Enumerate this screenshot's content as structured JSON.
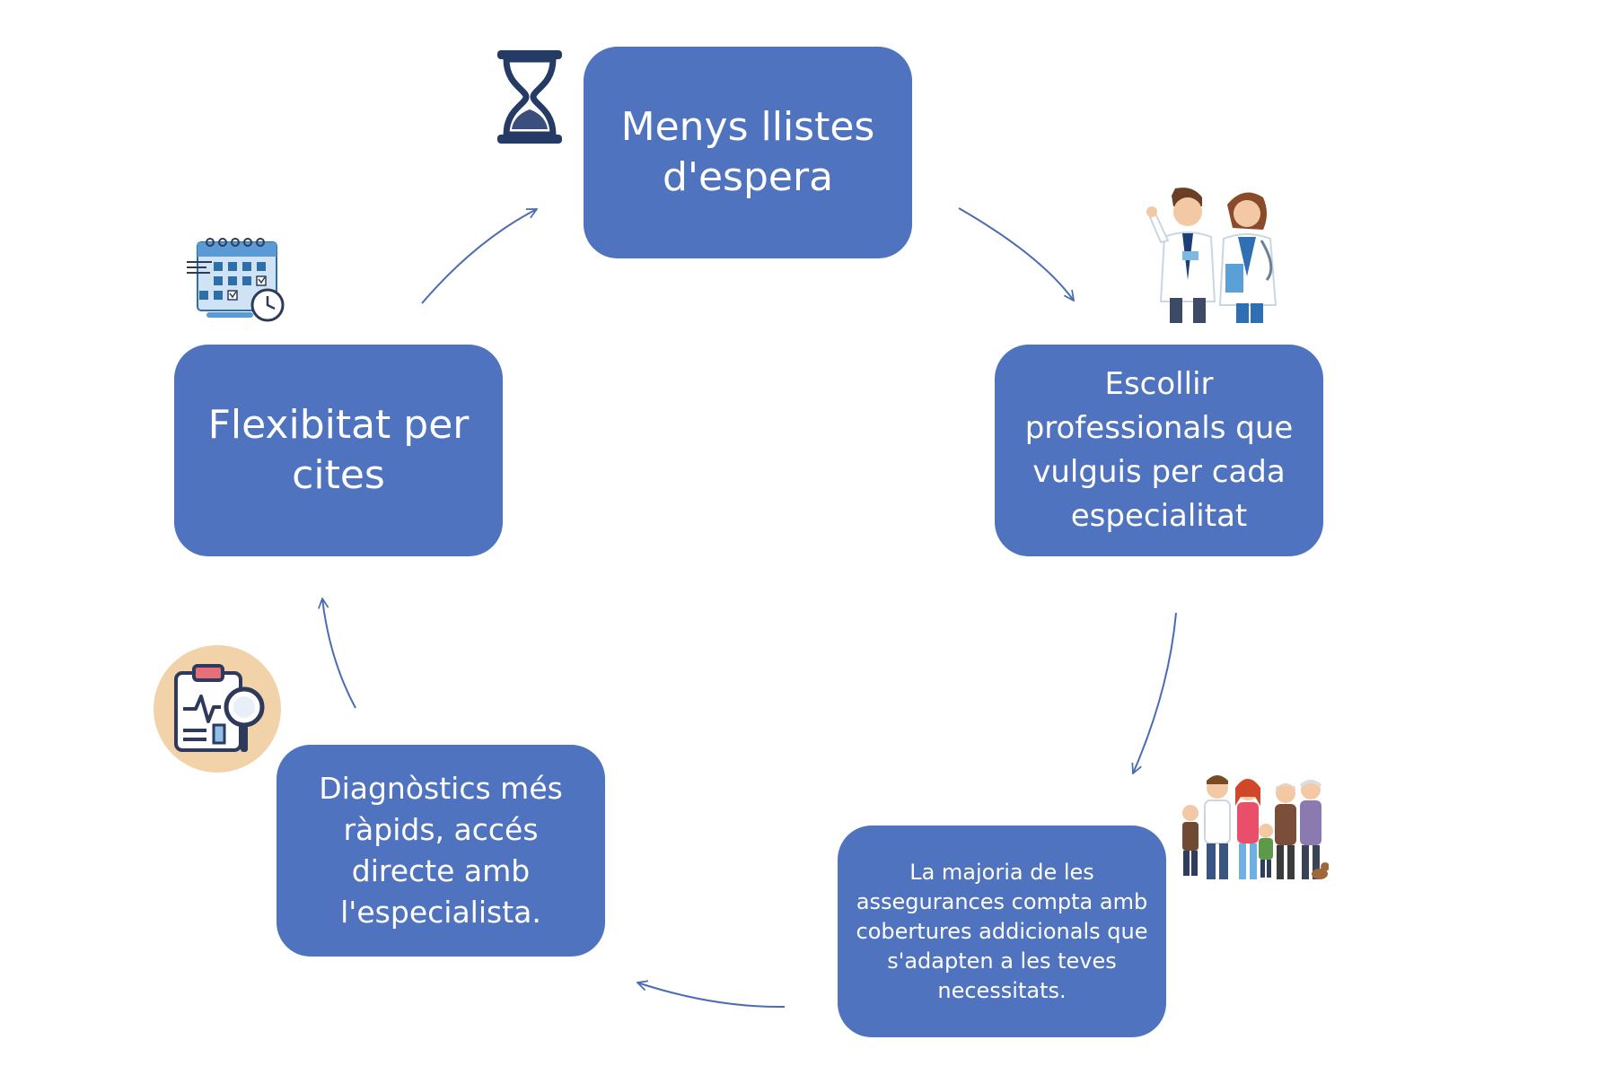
{
  "colors": {
    "node_fill": "#4f73bf",
    "arrow": "#4a6bb5",
    "text": "#ffffff"
  },
  "nodes": [
    {
      "id": "n1",
      "text": "Menys llistes d'espera",
      "icon": "hourglass-icon"
    },
    {
      "id": "n2",
      "text": "Escollir professionals que vulguis per cada especialitat",
      "icon": "doctors-icon"
    },
    {
      "id": "n3",
      "text": "La majoria de les assegurances compta amb cobertures addicionals que s'adapten a les teves necessitats.",
      "icon": "family-icon"
    },
    {
      "id": "n4",
      "text": "Diagnòstics més ràpids, accés directe amb l'especialista.",
      "icon": "medical-report-icon"
    },
    {
      "id": "n5",
      "text": "Flexibitat per cites",
      "icon": "calendar-icon"
    }
  ],
  "edges": [
    {
      "from": "n1",
      "to": "n2"
    },
    {
      "from": "n2",
      "to": "n3"
    },
    {
      "from": "n3",
      "to": "n4"
    },
    {
      "from": "n4",
      "to": "n5"
    },
    {
      "from": "n5",
      "to": "n1"
    }
  ]
}
